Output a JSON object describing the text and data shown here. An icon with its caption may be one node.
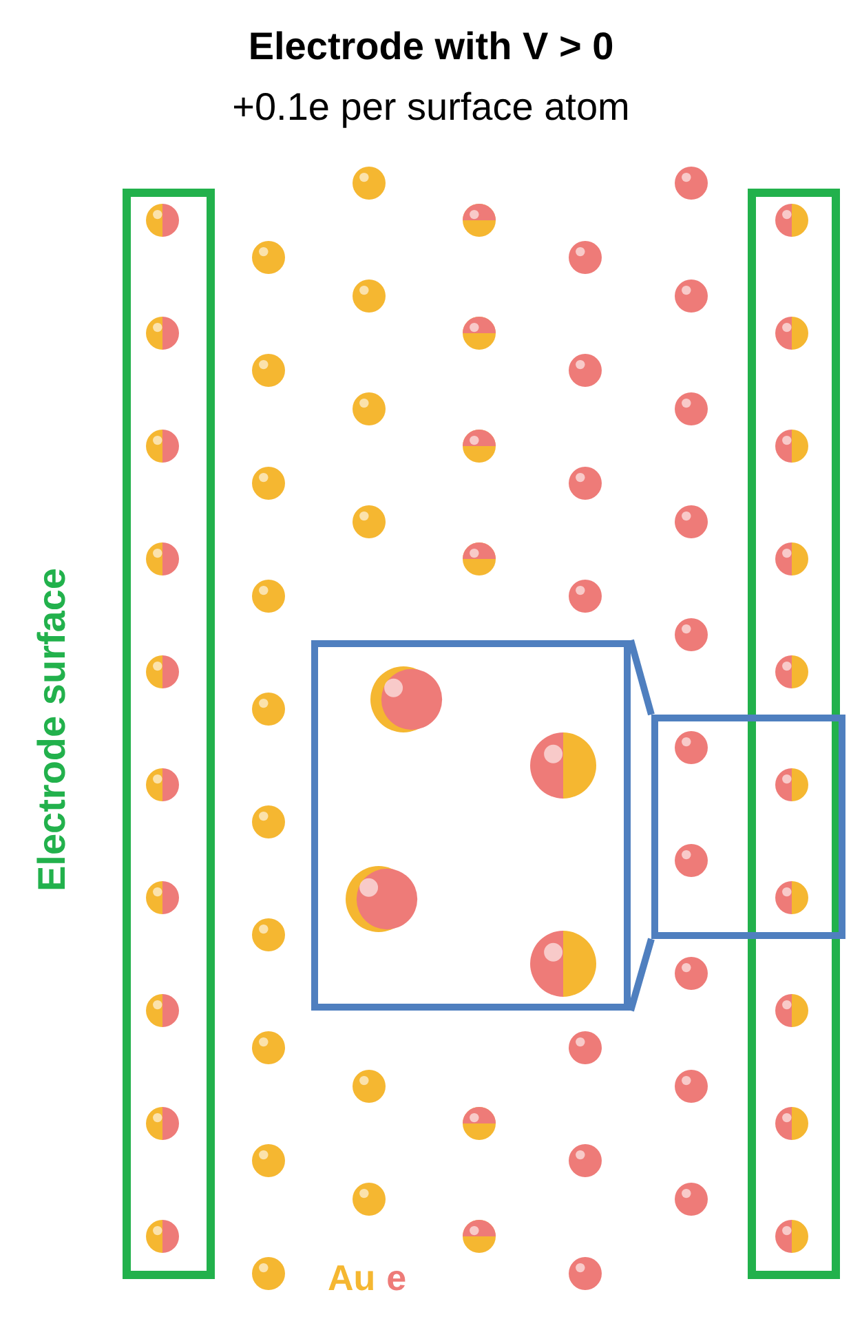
{
  "diagram": {
    "title": "Electrode with V > 0",
    "nodes": [
      {
        "text": [],
        "shape": "box",
        "beside": [
          "Electrode surface"
        ]
      },
      {
        "text": [],
        "shape": "box"
      },
      {
        "text": [],
        "shape": "box"
      },
      {
        "text": [],
        "shape": "box"
      }
    ],
    "edges": [
      {
        "from": 3,
        "to": 2,
        "arrow": "none",
        "color": "#4f7fbf"
      },
      {
        "from": 3,
        "to": 2,
        "arrow": "none",
        "color": "#4f7fbf"
      }
    ],
    "labels": [
      "+0.1e per surface atom"
    ],
    "legend": [
      {
        "text": "Au",
        "color": "#f5b731"
      },
      {
        "text": "e",
        "color": "#ee7b78"
      }
    ]
  }
}
